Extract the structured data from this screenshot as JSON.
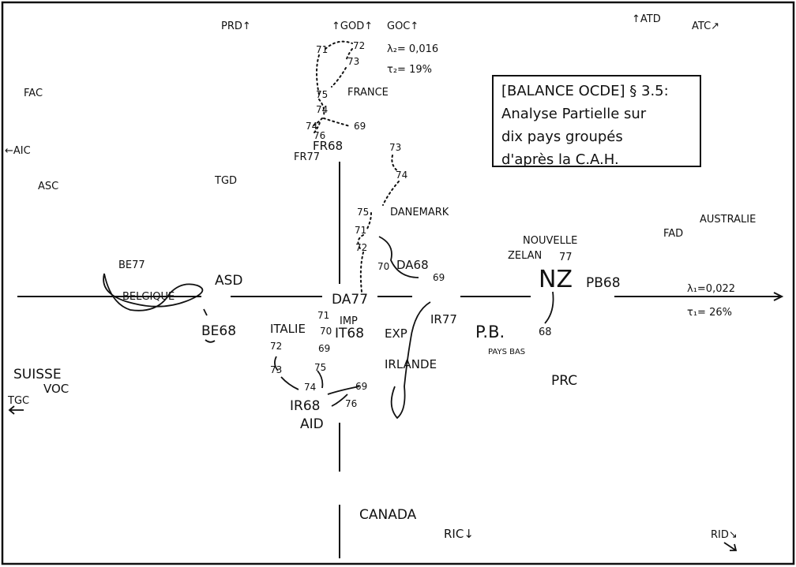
{
  "axis_labels": {
    "lambda1": "λ₁=0,022",
    "tau1": "τ₁= 26%",
    "lambda2": "λ₂= 0,016",
    "tau2": "τ₂= 19%"
  },
  "note": {
    "line1": "[BALANCE OCDE] § 3.5:",
    "line2": "Analyse Partielle sur",
    "line3": "dix pays groupés",
    "line4": "d'après la C.A.H."
  },
  "variables": {
    "prd": "PRD↑",
    "god": "↑GOD↑",
    "goc": "GOC↑",
    "atd": "↑ATD",
    "atc": "ATC↗",
    "fac": "FAC",
    "aic": "←AIC",
    "asc": "ASC",
    "tgd": "TGD",
    "fad": "FAD",
    "asd": "ASD",
    "imp": "IMP",
    "exp": "EXP",
    "prc": "PRC",
    "voc": "VOC",
    "tgc": "TGC",
    "aid": "AID",
    "ric": "RIC↓",
    "rid": "RID↘"
  },
  "countries": {
    "france": "FRANCE",
    "danemark": "DANEMARK",
    "australie": "AUSTRALIE",
    "nouvelle1": "NOUVELLE",
    "nouvelle2": "ZELAN",
    "nz": "NZ",
    "belgique": "BELGIQUE",
    "italie": "ITALIE",
    "irlande": "IRLANDE",
    "pb": "P.B.",
    "paysbas": "PAYS BAS",
    "suisse": "SUISSE",
    "canada": "CANADA"
  },
  "points": {
    "fr68": "FR68",
    "fr77": "FR77",
    "da68": "DA68",
    "da77": "DA77",
    "be77": "BE77",
    "be68": "BE68",
    "it68": "IT68",
    "ir68": "IR68",
    "ir77": "IR77",
    "pb68": "PB68",
    "nz77": "77",
    "pb_68": "68"
  },
  "years": {
    "fr71": "71",
    "fr72": "72",
    "fr73": "73",
    "fr75": "75",
    "fr74b": "74",
    "fr74": "74",
    "fr69": "69",
    "fr76": "76",
    "da73": "73",
    "da74": "74",
    "da75": "75",
    "da71": "71",
    "da72": "72",
    "da70": "70",
    "da69": "69",
    "it71": "71",
    "it70": "70",
    "it69": "69",
    "it72": "72",
    "it73": "73",
    "ir75": "75",
    "ir74": "74",
    "ir69": "69",
    "ir76": "76"
  }
}
